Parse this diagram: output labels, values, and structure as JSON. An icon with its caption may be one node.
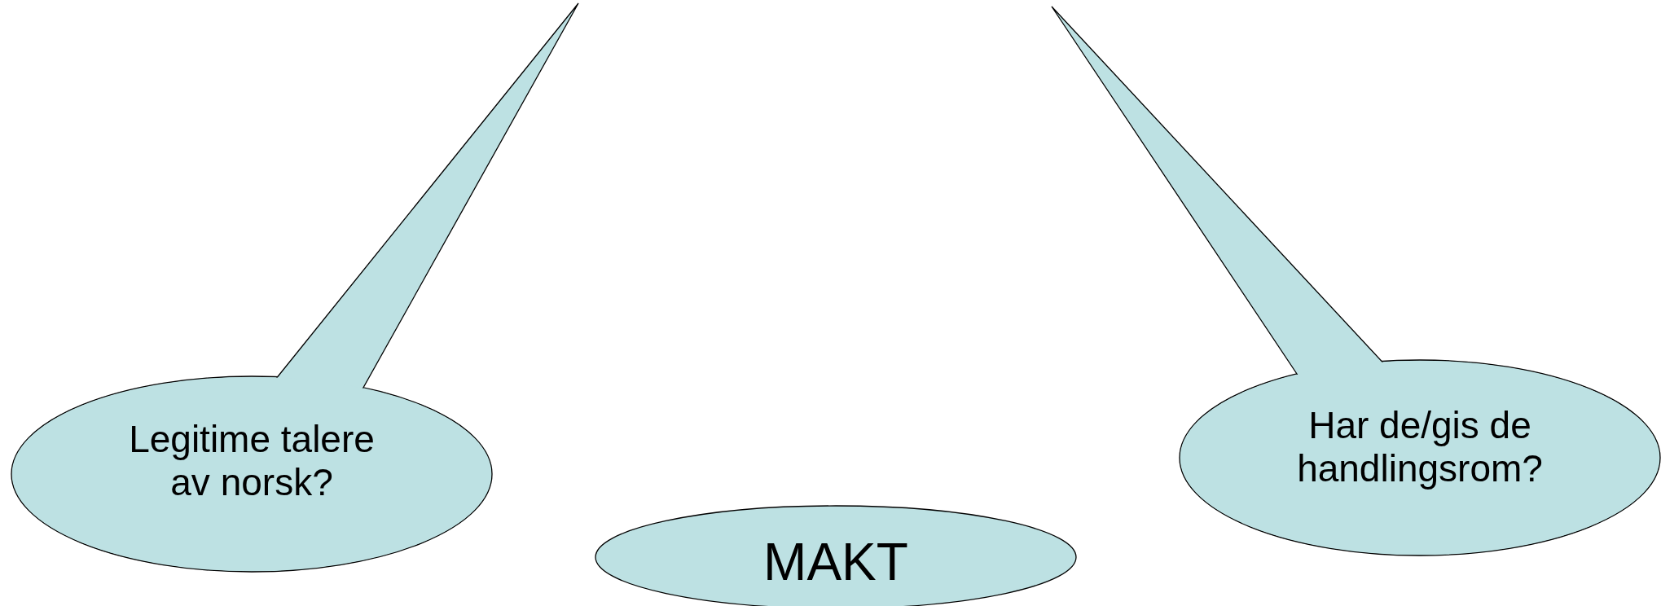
{
  "diagram": {
    "nodes": [
      {
        "text": [
          "Legitime talere av norsk?"
        ]
      },
      {
        "text": [
          "MAKT"
        ]
      },
      {
        "text": [
          "Har de/gis de handlingsrom?"
        ]
      }
    ]
  }
}
